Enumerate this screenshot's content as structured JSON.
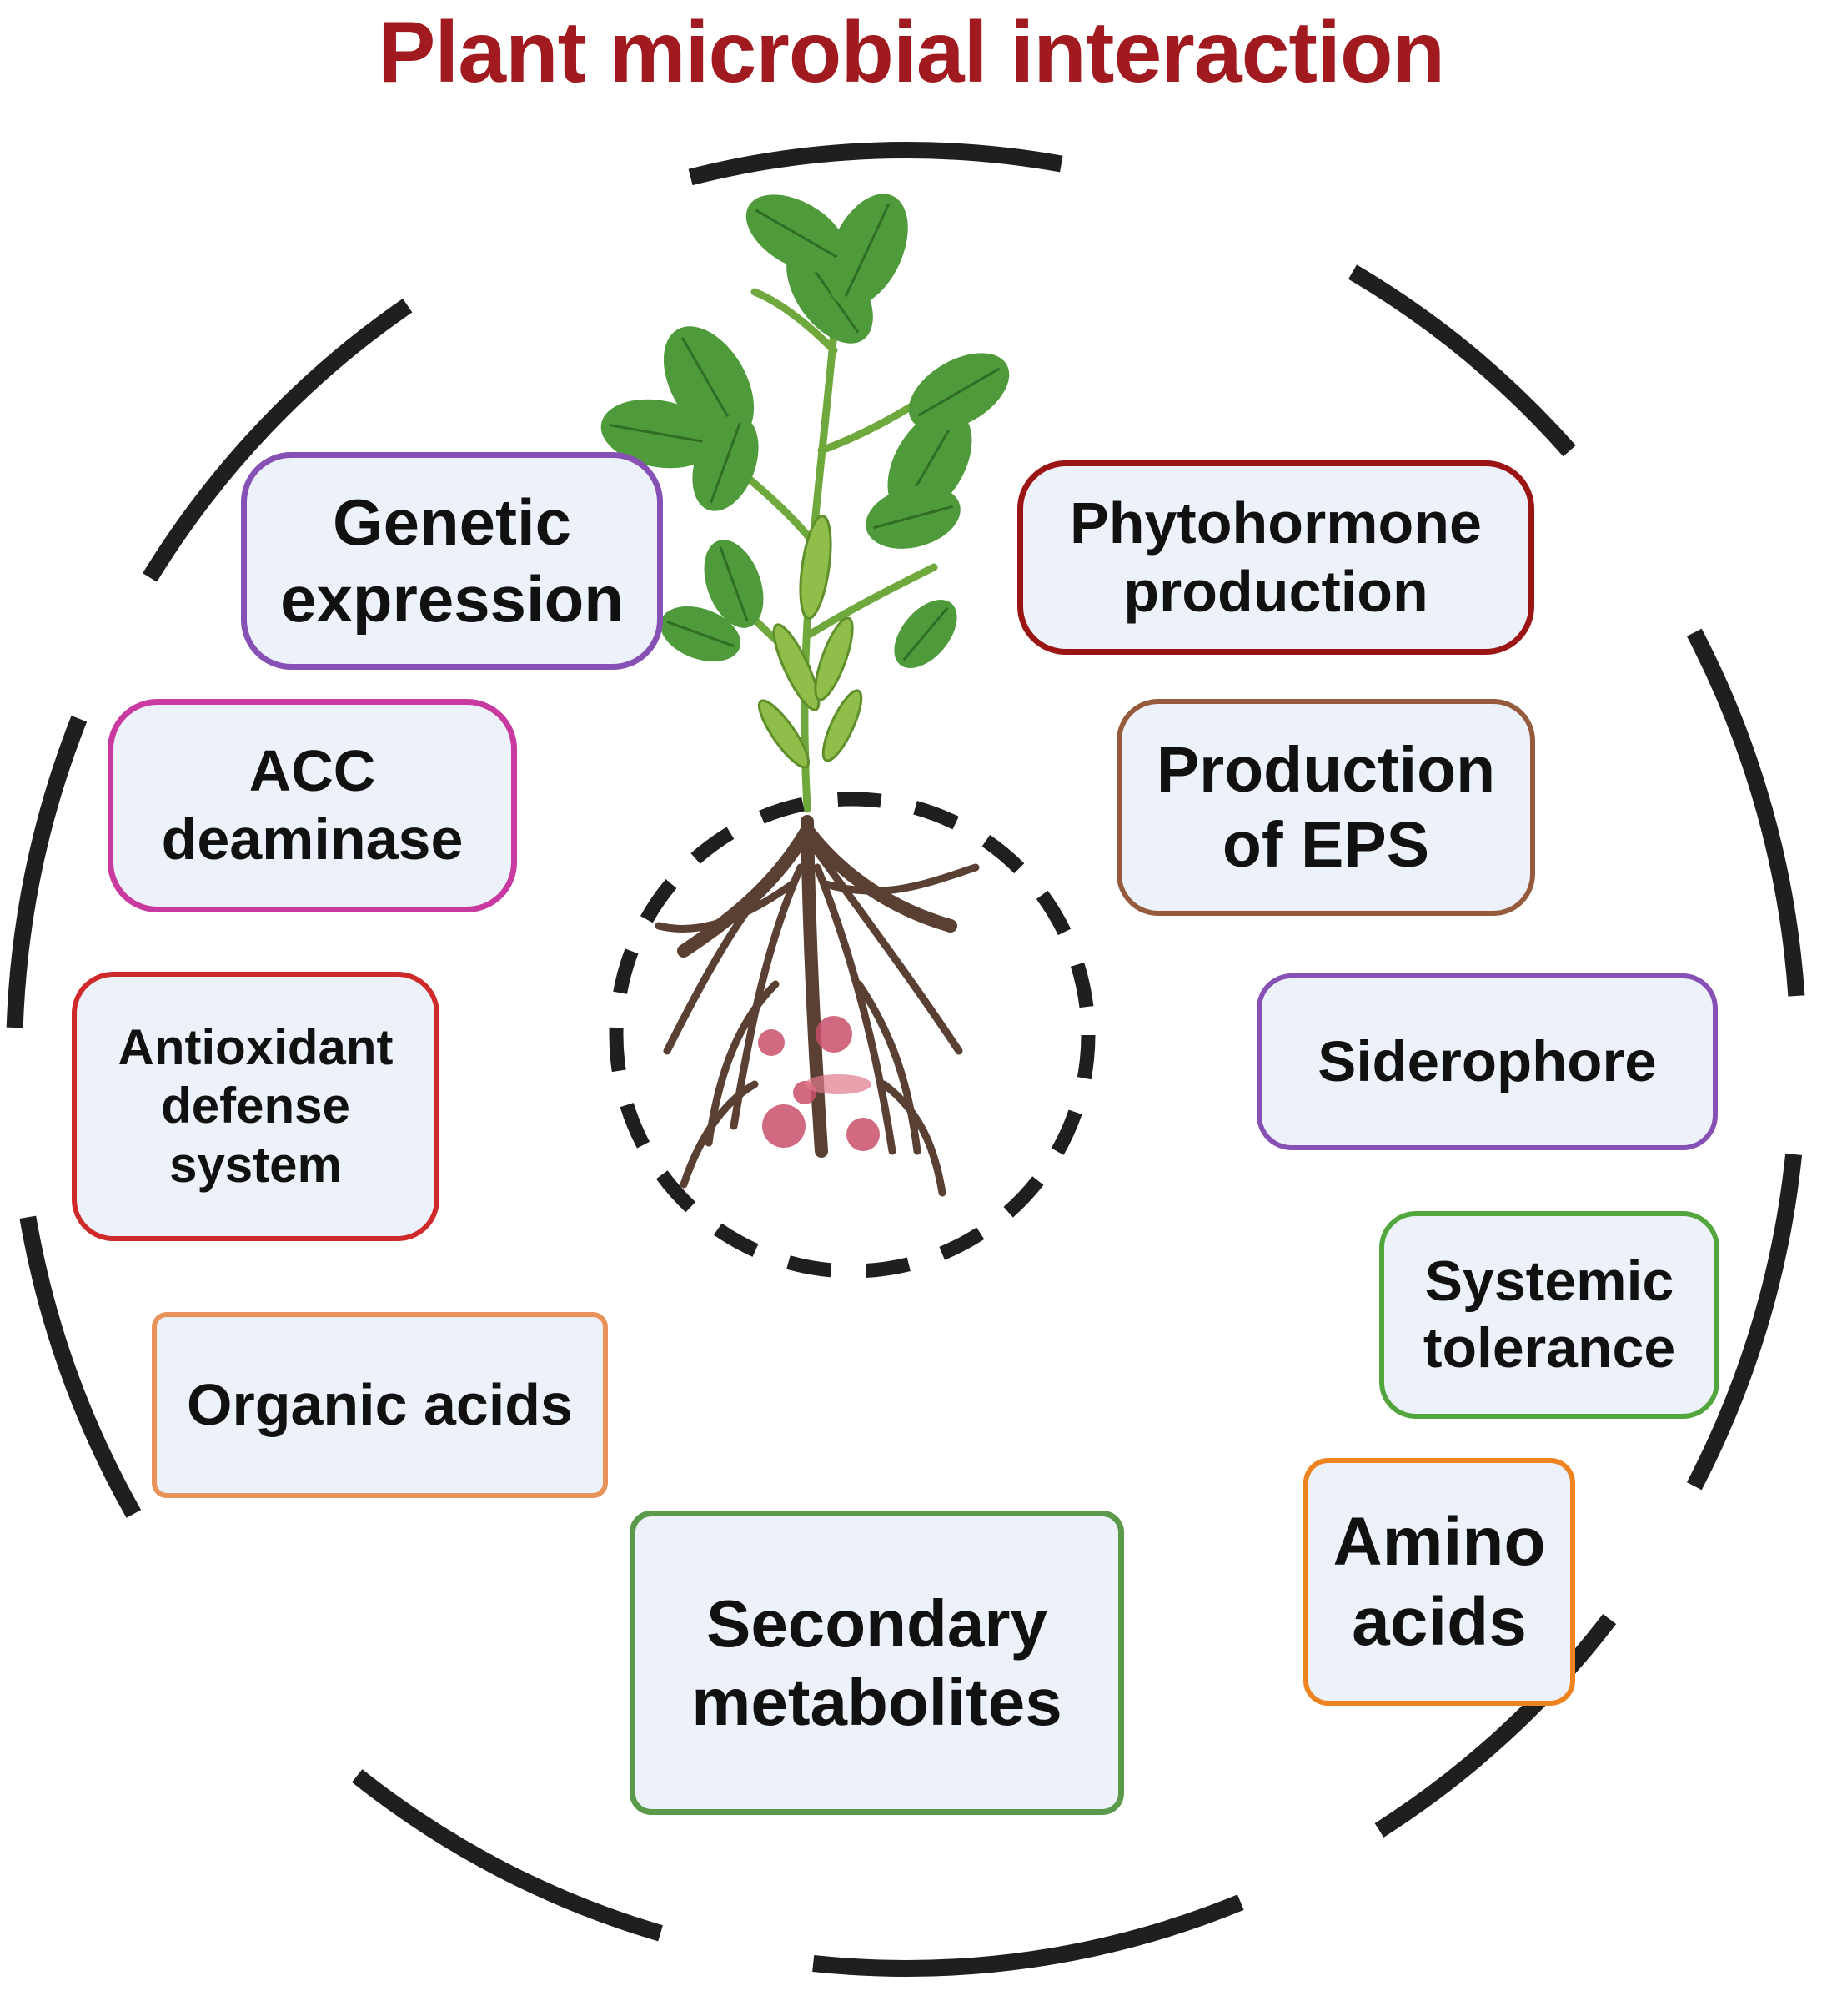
{
  "title": "Plant microbial interaction",
  "colors": {
    "title": "#a01a1f",
    "ring": "#1f1f1f",
    "box_fill": "#edf1f9",
    "leaf": "#4f9a3a",
    "stem": "#6fa83c",
    "root": "#5a3f33",
    "microbe": "#c9506a"
  },
  "center_image": {
    "icon": "soybean-plant-with-root-microbes"
  },
  "boxes": [
    {
      "id": "genetic-expression",
      "label": "Genetic\nexpression",
      "border": "#8650b5"
    },
    {
      "id": "acc-deaminase",
      "label": "ACC\ndeaminase",
      "border": "#c83aa0"
    },
    {
      "id": "antioxidant-defense-system",
      "label": "Antioxidant\ndefense\nsystem",
      "border": "#cf2a2a"
    },
    {
      "id": "organic-acids",
      "label": "Organic acids",
      "border": "#e8935a"
    },
    {
      "id": "secondary-metabolites",
      "label": "Secondary\nmetabolites",
      "border": "#5a9a4a"
    },
    {
      "id": "phytohormone-production",
      "label": "Phytohormone\nproduction",
      "border": "#9b1515"
    },
    {
      "id": "production-of-eps",
      "label": "Production\nof EPS",
      "border": "#955b3c"
    },
    {
      "id": "siderophore",
      "label": "Siderophore",
      "border": "#8650b5"
    },
    {
      "id": "systemic-tolerance",
      "label": "Systemic\ntolerance",
      "border": "#53a63d"
    },
    {
      "id": "amino-acids",
      "label": "Amino\nacids",
      "border": "#ee8420"
    }
  ]
}
